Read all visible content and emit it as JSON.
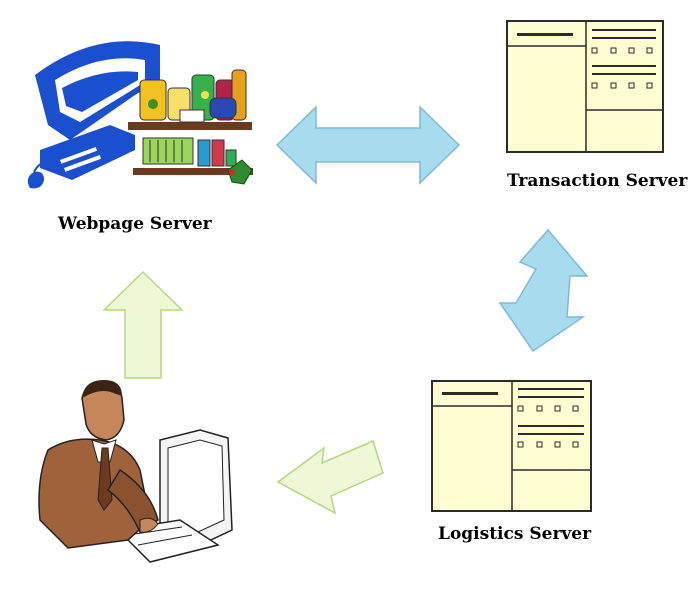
{
  "nodes": {
    "webpage_server": {
      "label": "Webpage Server",
      "icon": "webpage-server-clipart-icon"
    },
    "transaction_server": {
      "label": "Transaction Server",
      "icon": "form-window-icon"
    },
    "logistics_server": {
      "label": "Logistics Server",
      "icon": "form-window-icon"
    },
    "user": {
      "icon": "person-at-computer-icon"
    }
  },
  "connections": [
    {
      "from": "webpage_server",
      "to": "transaction_server",
      "direction": "bidirectional"
    },
    {
      "from": "transaction_server",
      "to": "logistics_server",
      "direction": "bidirectional"
    },
    {
      "from": "logistics_server",
      "to": "user",
      "direction": "one-way"
    },
    {
      "from": "user",
      "to": "webpage_server",
      "direction": "one-way"
    }
  ],
  "colors": {
    "bidirectional_arrow_fill": "#a7dcef",
    "bidirectional_arrow_stroke": "#7fb9d4",
    "oneway_arrow_fill": "#eef8d6",
    "oneway_arrow_stroke": "#b6d77e",
    "window_fill": "#fffdd2",
    "window_stroke": "#2b2b2b",
    "monitor_blue": "#1a4fd0"
  }
}
